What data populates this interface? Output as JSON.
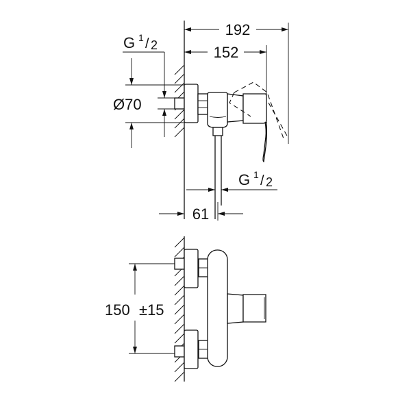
{
  "dimensions": {
    "overall_depth": "192",
    "body_depth": "152",
    "inlet_thread": {
      "main": "G",
      "num": "1",
      "den": "2"
    },
    "outlet_thread": {
      "main": "G",
      "num": "1",
      "den": "2"
    },
    "flange_diameter": "Ø70",
    "outlet_offset": "61",
    "inlet_spacing": "150",
    "inlet_spacing_tolerance": "±15"
  },
  "colors": {
    "line": "#111111",
    "background": "#ffffff"
  }
}
